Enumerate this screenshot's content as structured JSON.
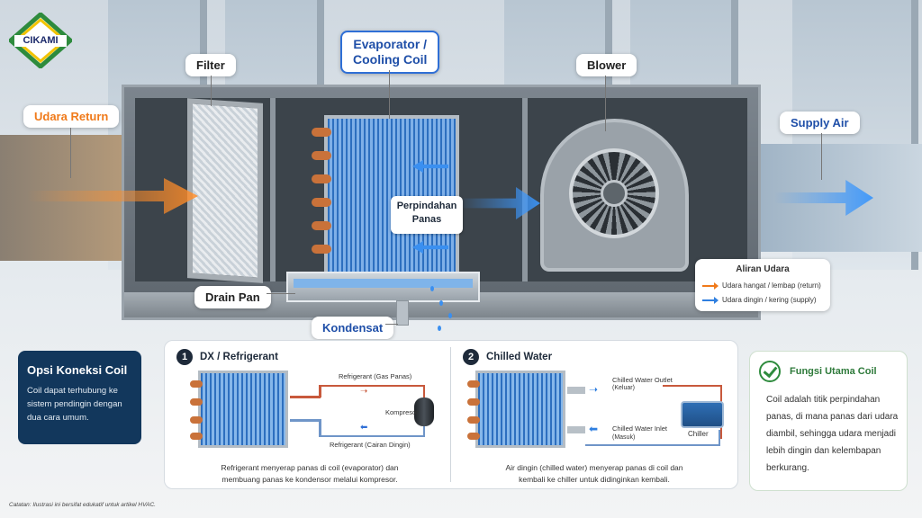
{
  "brand": {
    "logo_text": "CIKAMI"
  },
  "labels": {
    "udara_return": "Udara Return",
    "filter": "Filter",
    "evaporator_line1": "Evaporator /",
    "evaporator_line2": "Cooling Coil",
    "blower": "Blower",
    "supply_air": "Supply Air",
    "perpindahan_line1": "Perpindahan",
    "perpindahan_line2": "Panas",
    "drain_pan": "Drain Pan",
    "kondensat": "Kondensat"
  },
  "legend": {
    "title": "Aliran Udara",
    "items": [
      {
        "label": "Udara hangat / lembap (return)",
        "color": "#f07a1a"
      },
      {
        "label": "Udara dingin / kering (supply)",
        "color": "#2f7fe0"
      }
    ]
  },
  "opsi": {
    "title": "Opsi Koneksi Coil",
    "body": "Coil dapat terhubung ke sistem pendingin dengan dua cara umum."
  },
  "dx": {
    "number": "1",
    "title": "DX / Refrigerant",
    "label_gas": "Refrigerant (Gas Panas)",
    "label_kompresor": "Kompresor",
    "label_liquid": "Refrigerant (Cairan Dingin)",
    "caption_line1": "Refrigerant menyerap panas di coil (evaporator) dan",
    "caption_line2": "membuang panas ke kondensor melalui kompresor."
  },
  "chilled": {
    "number": "2",
    "title": "Chilled Water",
    "outlet": "Chilled Water Outlet",
    "outlet_sub": "(Keluar)",
    "inlet": "Chilled Water Inlet",
    "inlet_sub": "(Masuk)",
    "chiller": "Chiller",
    "caption_line1": "Air dingin (chilled water) menyerap panas di coil dan",
    "caption_line2": "kembali ke chiller untuk didinginkan kembali."
  },
  "fungsi": {
    "title": "Fungsi Utama Coil",
    "body": "Coil adalah titik perpindahan panas, di mana panas dari udara diambil, sehingga udara menjadi lebih dingin dan kelembapan berkurang."
  },
  "footnote": "Catatan: Ilustrasi ini bersifat edukatif untuk artikel HVAC.",
  "colors": {
    "warm": "#f07a1a",
    "cool": "#2f7fe0",
    "navy": "#12375c",
    "green": "#2e8b3d"
  }
}
